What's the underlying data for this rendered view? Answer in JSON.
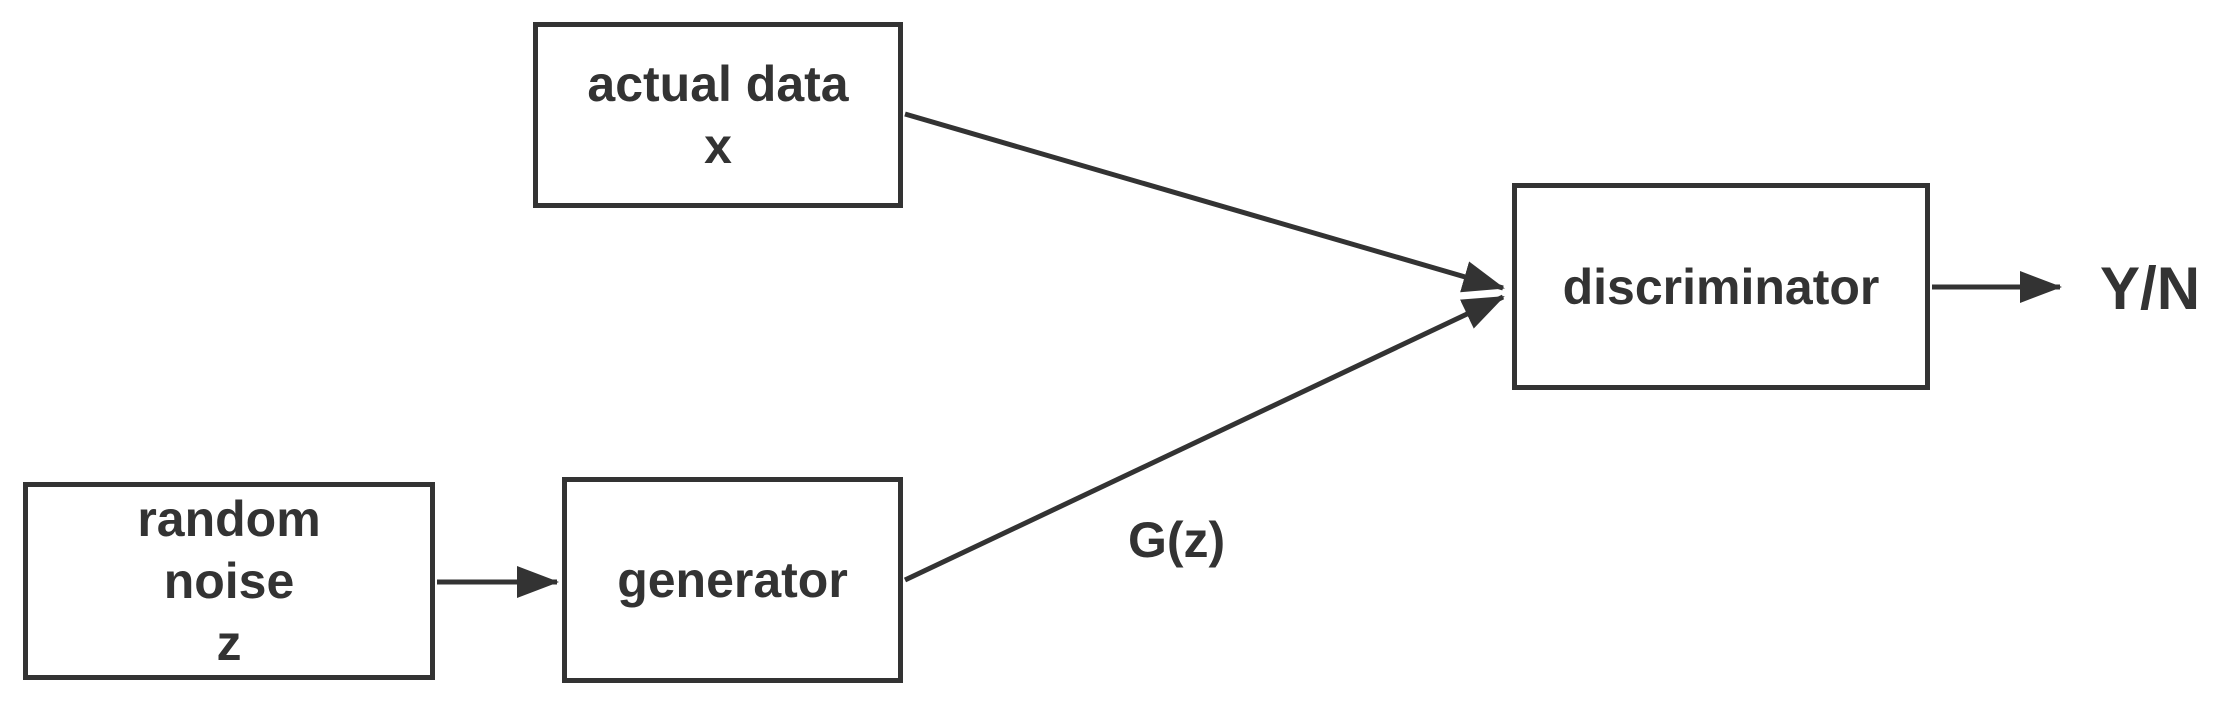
{
  "diagram": {
    "nodes": {
      "actual_data": {
        "lines": [
          "actual data",
          "x"
        ]
      },
      "random_noise": {
        "lines": [
          "random",
          "noise",
          "z"
        ]
      },
      "generator": {
        "lines": [
          "generator"
        ]
      },
      "discriminator": {
        "lines": [
          "discriminator"
        ]
      }
    },
    "edge_labels": {
      "generator_output": "G(z)",
      "discriminator_output": "Y/N"
    },
    "edges": [
      {
        "from": "random noise z",
        "to": "generator",
        "label": ""
      },
      {
        "from": "actual data x",
        "to": "discriminator",
        "label": ""
      },
      {
        "from": "generator",
        "to": "discriminator",
        "label": "G(z)"
      },
      {
        "from": "discriminator",
        "to": "output",
        "label": "Y/N"
      }
    ],
    "colors": {
      "stroke": "#333333",
      "background": "#ffffff"
    }
  }
}
